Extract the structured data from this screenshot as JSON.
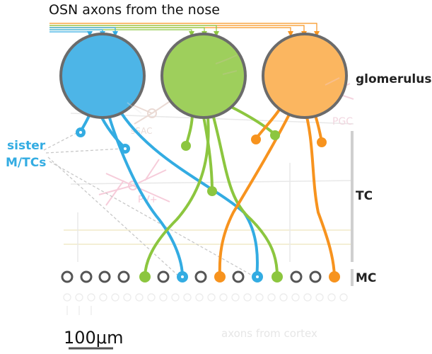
{
  "labels": {
    "title": "OSN axons from the nose",
    "glomerulus": "glomerulus",
    "sister_line1": "sister",
    "sister_line2": "M/TCs",
    "tc": "TC",
    "mc": "MC",
    "scale": "100μm",
    "faded_axons": "axons from cortex",
    "faded_ssac": "sSAC",
    "faded_pgc": "PGC",
    "faded_pv": "PV+"
  },
  "colors": {
    "blue": "#33ace2",
    "green": "#8cc63f",
    "orange": "#f7931e",
    "blue_glom": "#4db5e7",
    "green_glom": "#9ecf5c",
    "orange_glom": "#fbb660",
    "glom_outline": "#6b6b6b",
    "mc_ring": "#555555",
    "faded_pink": "#f6c7d6",
    "faded_gray": "#d9d9d9"
  }
}
